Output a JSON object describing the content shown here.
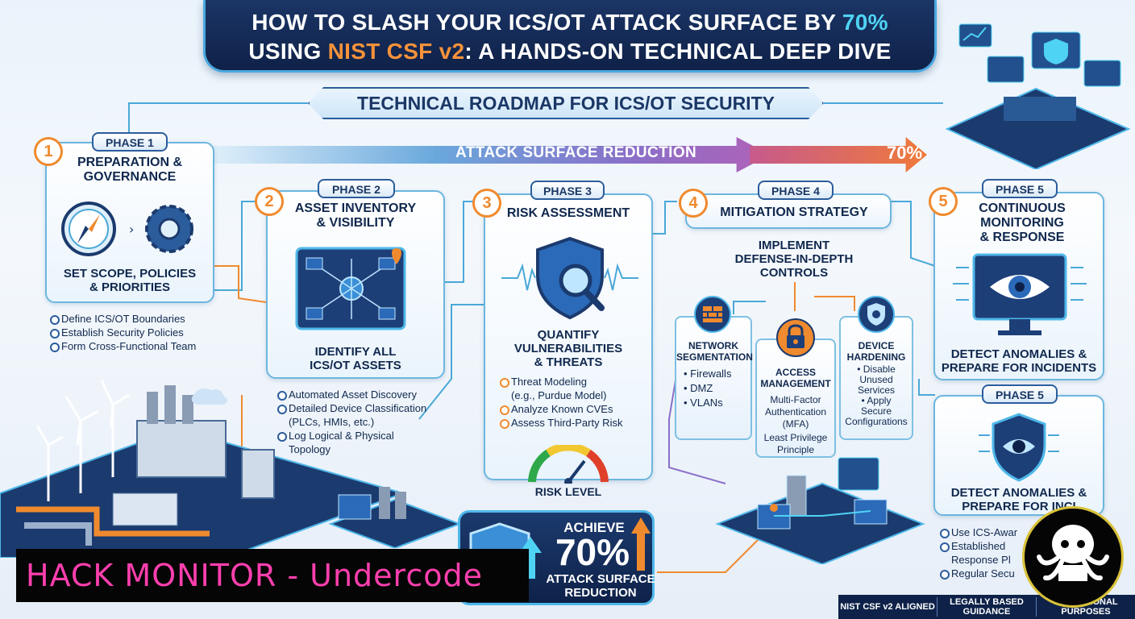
{
  "title": {
    "line1_pre": "HOW TO SLASH YOUR ICS/OT ATTACK SURFACE BY ",
    "line1_pct": "70%",
    "line2_pre": "USING ",
    "line2_hl": "NIST CSF v2",
    "line2_post": ": A HANDS-ON TECHNICAL DEEP DIVE"
  },
  "roadmap": "TECHNICAL ROADMAP FOR ICS/OT SECURITY",
  "reduction_arrow": {
    "label": "ATTACK SURFACE REDUCTION",
    "pct": "70%"
  },
  "phases": [
    {
      "num": "1",
      "phase": "PHASE 1",
      "title": [
        "PREPARATION &",
        "GOVERNANCE"
      ],
      "caption": [
        "SET SCOPE, POLICIES",
        "& PRIORITIES"
      ],
      "bullets": [
        "Define ICS/OT Boundaries",
        "Establish Security Policies",
        "Form Cross-Functional Team"
      ]
    },
    {
      "num": "2",
      "phase": "PHASE 2",
      "title": [
        "ASSET INVENTORY",
        "& VISIBILITY"
      ],
      "caption": [
        "IDENTIFY ALL",
        "ICS/OT ASSETS"
      ],
      "bullets": [
        "Automated Asset Discovery",
        "Detailed Device Classification",
        "(PLCs, HMIs, etc.)",
        "Log Logical & Physical",
        "Topology"
      ]
    },
    {
      "num": "3",
      "phase": "PHASE 3",
      "title": [
        "RISK ASSESSMENT"
      ],
      "caption": [
        "QUANTIFY",
        "VULNERABILITIES",
        "& THREATS"
      ],
      "bullets": [
        "Threat Modeling",
        "(e.g., Purdue Model)",
        "Analyze Known CVEs",
        "Assess Third-Party Risk"
      ],
      "gauge_label": "RISK LEVEL"
    },
    {
      "num": "4",
      "phase": "PHASE 4",
      "title": [
        "MITIGATION STRATEGY"
      ],
      "caption": [
        "IMPLEMENT",
        "DEFENSE-IN-DEPTH",
        "CONTROLS"
      ],
      "controls": [
        {
          "title": [
            "NETWORK",
            "SEGMENTATION"
          ],
          "items": [
            "• Firewalls",
            "• DMZ",
            "• VLANs"
          ]
        },
        {
          "title": [
            "ACCESS",
            "MANAGEMENT"
          ],
          "items": [
            "Multi-Factor",
            "Authentication",
            "(MFA)",
            "Least Privilege",
            "Principle"
          ]
        },
        {
          "title": [
            "DEVICE",
            "HARDENING"
          ],
          "items": [
            "• Disable",
            "Unused",
            "Services",
            "• Apply",
            "Secure",
            "Configurations"
          ]
        }
      ]
    },
    {
      "num": "5",
      "phase": "PHASE 5",
      "title": [
        "CONTINUOUS",
        "MONITORING",
        "& RESPONSE"
      ],
      "caption": [
        "DETECT ANOMALIES &",
        "PREPARE FOR INCIDENTS"
      ]
    },
    {
      "phase": "PHASE 5",
      "caption": [
        "DETECT ANOMALIES &",
        "PREPARE FOR INCI"
      ],
      "bullets": [
        "Use ICS-Awar",
        "Established",
        "Response Pl",
        "Regular Secu"
      ]
    }
  ],
  "achieve": {
    "label": "ACHIEVE",
    "pct": "70%",
    "sub": [
      "ATTACK SURFACE",
      "REDUCTION"
    ]
  },
  "footer": [
    "NIST CSF v2 ALIGNED",
    "LEGALLY BASED GUIDANCE",
    "EDUCATIONAL PURPOSES"
  ],
  "watermark": "HACK MONITOR - Undercode",
  "colors": {
    "navy": "#0f2148",
    "cyan": "#4fd3f4",
    "orange": "#f08a2e",
    "border_blue": "#6cb6de",
    "watermark_pink": "#ff3fae"
  }
}
